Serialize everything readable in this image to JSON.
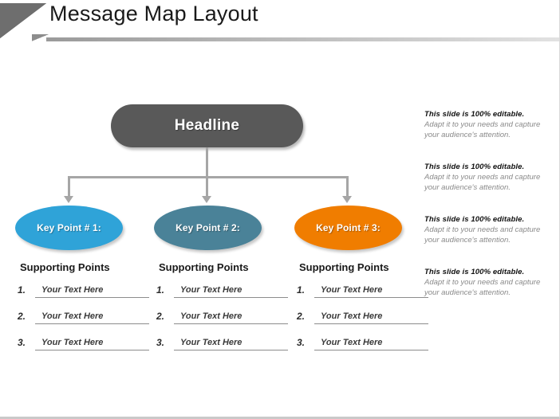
{
  "slide": {
    "title": "Message Map Layout",
    "background_color": "#ffffff"
  },
  "colors": {
    "headline": "#595959",
    "key_point_1": "#2fa3d8",
    "key_point_2": "#4a8298",
    "key_point_3": "#f07d00",
    "connector": "#a6a6a6",
    "title_corner": "#6e6e6e",
    "note_title": "#111111",
    "note_body": "#8a8a8a"
  },
  "headline": {
    "label": "Headline"
  },
  "key_points": [
    {
      "label": "Key Point # 1:",
      "color": "#2fa3d8"
    },
    {
      "label": "Key Point # 2:",
      "color": "#4a8298"
    },
    {
      "label": "Key Point # 3:",
      "color": "#f07d00"
    }
  ],
  "supporting_columns": [
    {
      "heading": "Supporting Points",
      "rows": [
        {
          "number": "1.",
          "value": "Your Text Here"
        },
        {
          "number": "2.",
          "value": "Your Text Here"
        },
        {
          "number": "3.",
          "value": "Your Text Here"
        }
      ]
    },
    {
      "heading": "Supporting Points",
      "rows": [
        {
          "number": "1.",
          "value": "Your Text Here"
        },
        {
          "number": "2.",
          "value": "Your Text Here"
        },
        {
          "number": "3.",
          "value": "Your Text Here"
        }
      ]
    },
    {
      "heading": "Supporting Points",
      "rows": [
        {
          "number": "1.",
          "value": "Your Text Here"
        },
        {
          "number": "2.",
          "value": "Your Text Here"
        },
        {
          "number": "3.",
          "value": "Your Text Here"
        }
      ]
    }
  ],
  "notes": [
    {
      "title": "This slide is 100% editable.",
      "body": "Adapt it to your needs and capture your audience's attention."
    },
    {
      "title": "This slide is 100% editable.",
      "body": "Adapt it to your needs and capture your audience's attention."
    },
    {
      "title": "This slide is 100% editable.",
      "body": "Adapt it to your needs and capture your audience's attention."
    },
    {
      "title": "This slide is 100% editable.",
      "body": "Adapt it to your needs and capture your audience's attention."
    }
  ]
}
